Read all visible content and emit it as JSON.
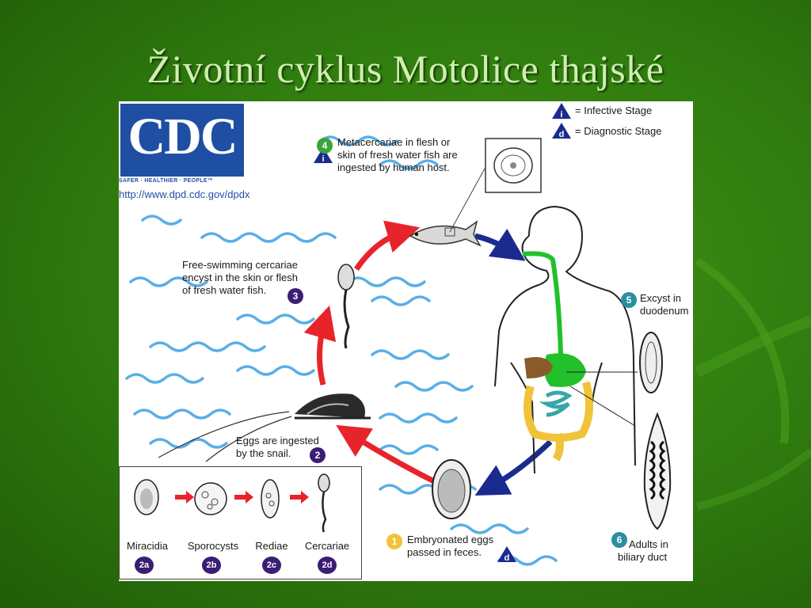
{
  "slide": {
    "title": "Životní cyklus Motolice thajské"
  },
  "cdc": {
    "logo_text": "CDC",
    "tagline": "SAFER · HEALTHIER · PEOPLE™",
    "url": "http://www.dpd.cdc.gov/dpdx"
  },
  "legend": {
    "infective": {
      "icon": "i",
      "label": "= Infective Stage"
    },
    "diagnostic": {
      "icon": "d",
      "label": "= Diagnostic Stage"
    }
  },
  "stages": {
    "s1": {
      "num": "1",
      "line1": "Embryonated eggs",
      "line2": "passed in feces."
    },
    "s2": {
      "num": "2",
      "line1": "Eggs are ingested",
      "line2": "by the snail."
    },
    "s3": {
      "num": "3",
      "line1": "Free-swimming cercariae",
      "line2": "encyst in the skin or flesh",
      "line3": "of fresh water fish."
    },
    "s4": {
      "num": "4",
      "line1": "Metacercariae in flesh or",
      "line2": "skin of fresh water fish are",
      "line3": "ingested by human host."
    },
    "s5": {
      "num": "5",
      "line1": "Excyst in",
      "line2": "duodenum"
    },
    "s6": {
      "num": "6",
      "line1": "Adults in",
      "line2": "biliary duct"
    }
  },
  "snail_stages": [
    {
      "num": "2a",
      "label": "Miracidia"
    },
    {
      "num": "2b",
      "label": "Sporocysts"
    },
    {
      "num": "2c",
      "label": "Rediae"
    },
    {
      "num": "2d",
      "label": "Cercariae"
    }
  ],
  "colors": {
    "arrow_red": "#e8242b",
    "arrow_blue": "#1b2a8f",
    "water": "#5aaee6",
    "gut_green": "#22c02a",
    "intestine_yellow": "#f1c33a",
    "intestine_teal": "#37a7a8",
    "liver_brown": "#8a5a2b"
  }
}
